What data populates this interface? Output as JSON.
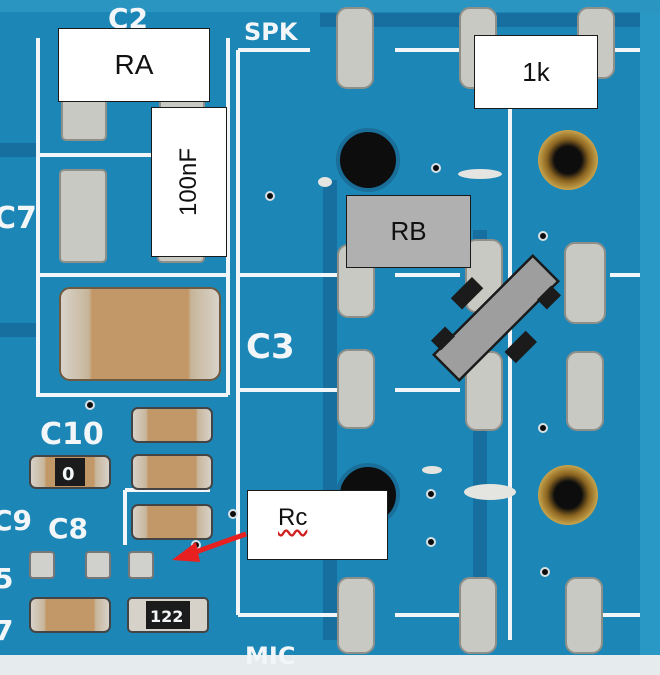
{
  "board_colors": {
    "pcb": "#1c86b6",
    "trace": "#1a78a8",
    "silkscreen": "#f2f6f8",
    "pad": "#c9c9c4",
    "hole": "#0d0d0d",
    "copper": "#a67a2a",
    "capacitor_body": "#c39868",
    "arrow": "#e82020",
    "switch_body": "#9e9e9e"
  },
  "silkscreen_text": {
    "c2": "C2",
    "spk": "SPK",
    "c7": "C7",
    "c3": "C3",
    "c10": "C10",
    "c9": "C9",
    "c8": "C8",
    "mic": "MIC",
    "edge_5": "5",
    "edge_7": "7",
    "resistor_code_0": "0",
    "resistor_code_122": "122"
  },
  "annotations": {
    "ra": "RA",
    "cap_100nf": "100nF",
    "r_1k": "1k",
    "rb": "RB",
    "rc": "Rc"
  }
}
